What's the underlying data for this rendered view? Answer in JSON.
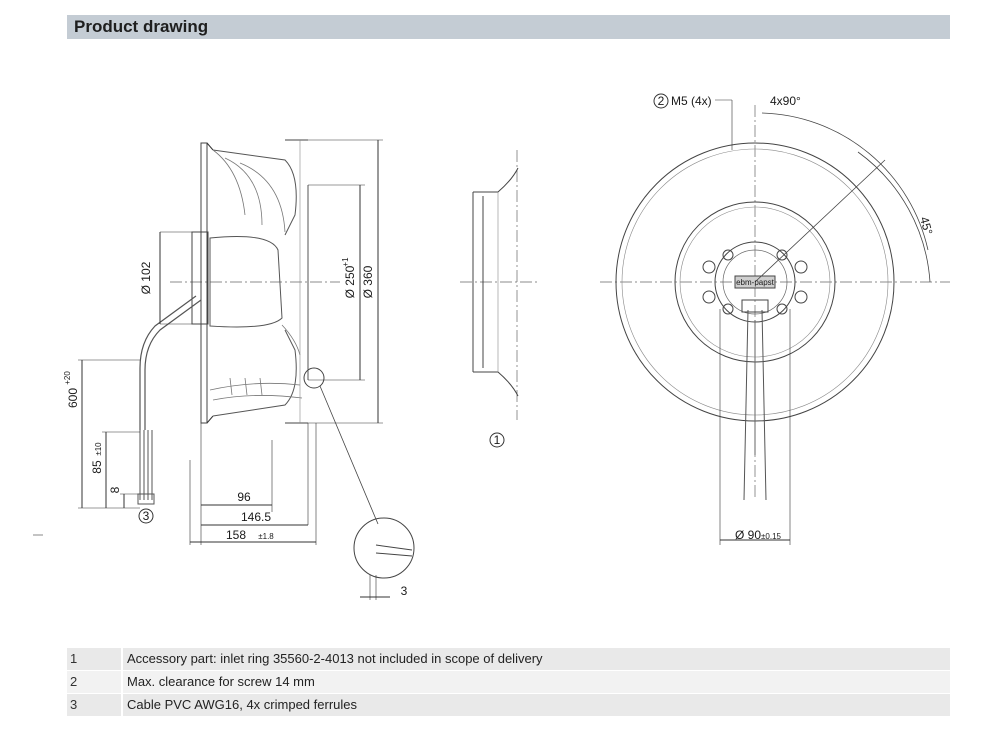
{
  "header": {
    "title": "Product drawing"
  },
  "side_view": {
    "dims": {
      "inlet_dia": "Ø 102",
      "wheel_dia": "Ø 250",
      "wheel_dia_tol": "+1",
      "outer_dia": "Ø 360",
      "cable_len": "600",
      "cable_len_tol": "+20",
      "strip_len": "85",
      "strip_len_tol": "±10",
      "ferrule_len": "8",
      "depth_96": "96",
      "depth_146": "146.5",
      "depth_158": "158",
      "depth_158_tol": "±1.8",
      "clearance": "3"
    },
    "callout": "3"
  },
  "inlet_ring": {
    "callout": "1"
  },
  "front_view": {
    "callout": "2",
    "screw_label": "M5 (4x)",
    "angle_label": "4x90°",
    "angle_45": "45°",
    "bolt_circle": "Ø 90",
    "bolt_circle_tol": "±0.15",
    "brand": "ebm-papst"
  },
  "notes": [
    {
      "num": "1",
      "text": "Accessory part: inlet ring 35560-2-4013 not included in scope of delivery"
    },
    {
      "num": "2",
      "text": "Max. clearance for screw 14 mm"
    },
    {
      "num": "3",
      "text": "Cable PVC AWG16, 4x crimped ferrules"
    }
  ]
}
